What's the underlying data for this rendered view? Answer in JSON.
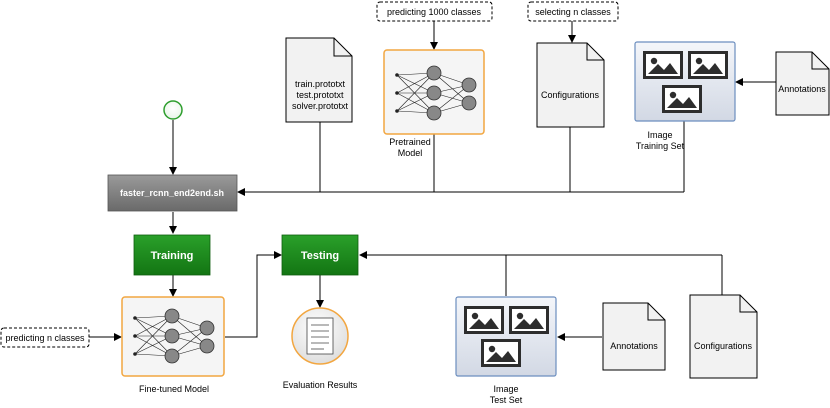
{
  "callouts": {
    "predict_1000": "predicting 1000 classes",
    "select_n": "selecting n classes",
    "predict_n": "predicting n classes"
  },
  "docs": {
    "prototxt": [
      "train.prototxt",
      "test.prototxt",
      "solver.prototxt"
    ],
    "configurations_top": "Configurations",
    "annotations_top": "Annotations",
    "annotations_bottom": "Annotations",
    "configurations_bottom": "Configurations"
  },
  "models": {
    "pretrained": [
      "Pretrained",
      "Model"
    ],
    "finetuned": "Fine-tuned Model"
  },
  "image_sets": {
    "training": [
      "Image",
      "Training Set"
    ],
    "test": [
      "Image",
      "Test Set"
    ]
  },
  "script": {
    "label": "faster_rcnn_end2end.sh"
  },
  "steps": {
    "training": "Training",
    "testing": "Testing"
  },
  "results": {
    "label": "Evaluation Results"
  },
  "colors": {
    "green": "#1e8a1e",
    "script_gray": "#808080",
    "model_orange": "#f2a640",
    "imageset_blue": "#6c8ebf"
  }
}
